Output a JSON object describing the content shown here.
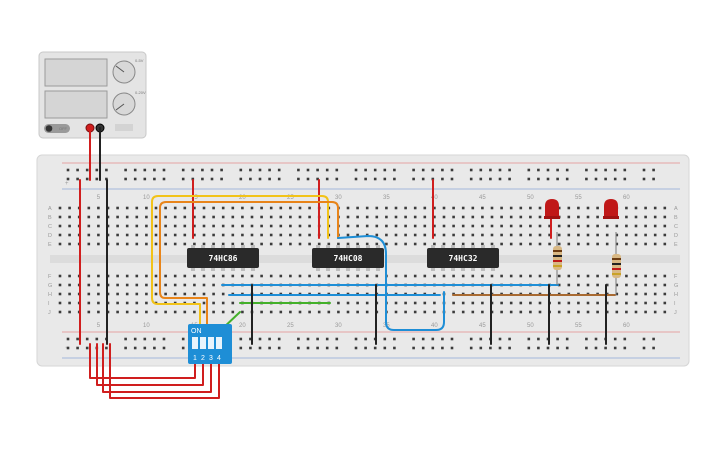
{
  "chips": [
    {
      "id": "u1",
      "label": "74HC86"
    },
    {
      "id": "u2",
      "label": "74HC08"
    },
    {
      "id": "u3",
      "label": "74HC32"
    }
  ],
  "breadboard": {
    "column_numbers": [
      "5",
      "10",
      "15",
      "20",
      "25",
      "30",
      "35",
      "40",
      "45",
      "50",
      "55",
      "60"
    ],
    "row_letters_top": [
      "A",
      "B",
      "C",
      "D",
      "E"
    ],
    "row_letters_bottom": [
      "F",
      "G",
      "H",
      "I",
      "J"
    ],
    "rail_plus": "+",
    "rail_minus": "−"
  },
  "dip_switch": {
    "header": "ON",
    "positions": [
      "1",
      "2",
      "3",
      "4"
    ]
  },
  "power_supply": {
    "off_label": "OFF",
    "knob_top": "0-5V",
    "knob_bottom": "0-20V"
  },
  "colors": {
    "board": "#e9e9e9",
    "red": "#d01e1e",
    "black": "#222222",
    "yellow": "#f2c318",
    "orange": "#e88419",
    "blue": "#1e8ed6",
    "green": "#43b02a",
    "brown": "#a86a32",
    "chip": "#2a2a2a",
    "led": "#c01818",
    "dip": "#1e8ed6"
  }
}
